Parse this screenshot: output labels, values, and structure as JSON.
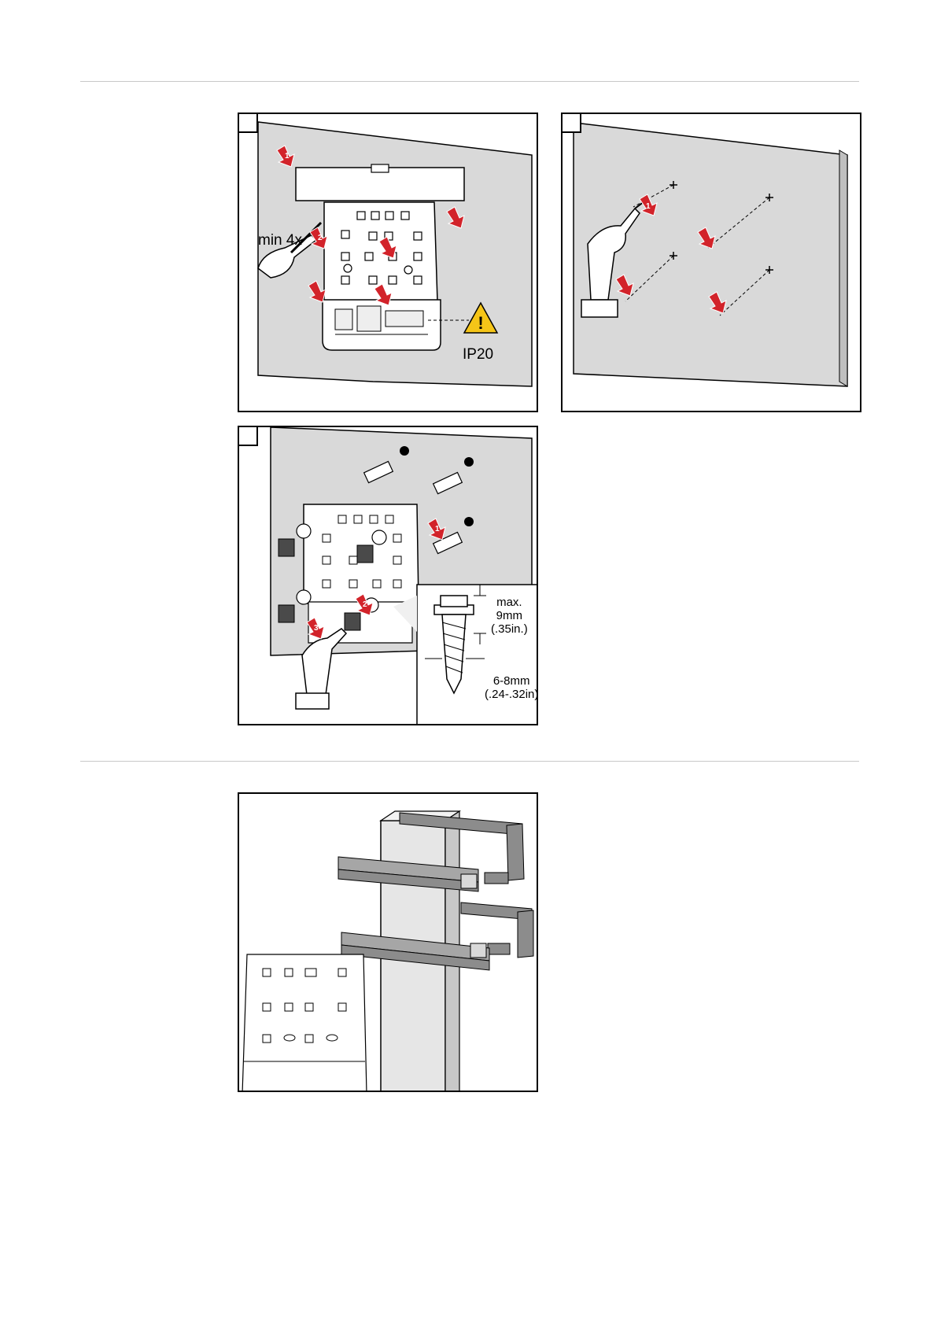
{
  "figure1": {
    "callout_min": "min 4x",
    "warning_label": "IP20",
    "step_numbers": [
      "1",
      "2"
    ]
  },
  "figure2": {
    "step_numbers": [
      "1"
    ]
  },
  "figure3": {
    "step_numbers": [
      "1",
      "2",
      "3"
    ],
    "screw_length_line1": "max.",
    "screw_length_line2": "9mm",
    "screw_length_line3": "(.35in.)",
    "screw_dia_line1": "6-8mm",
    "screw_dia_line2": "(.24-.32in)"
  },
  "colors": {
    "wall": "#d9d9d9",
    "arrow_red": "#d2232a",
    "warning_yellow": "#f5c518",
    "profile_grey": "#8c8c8c"
  }
}
